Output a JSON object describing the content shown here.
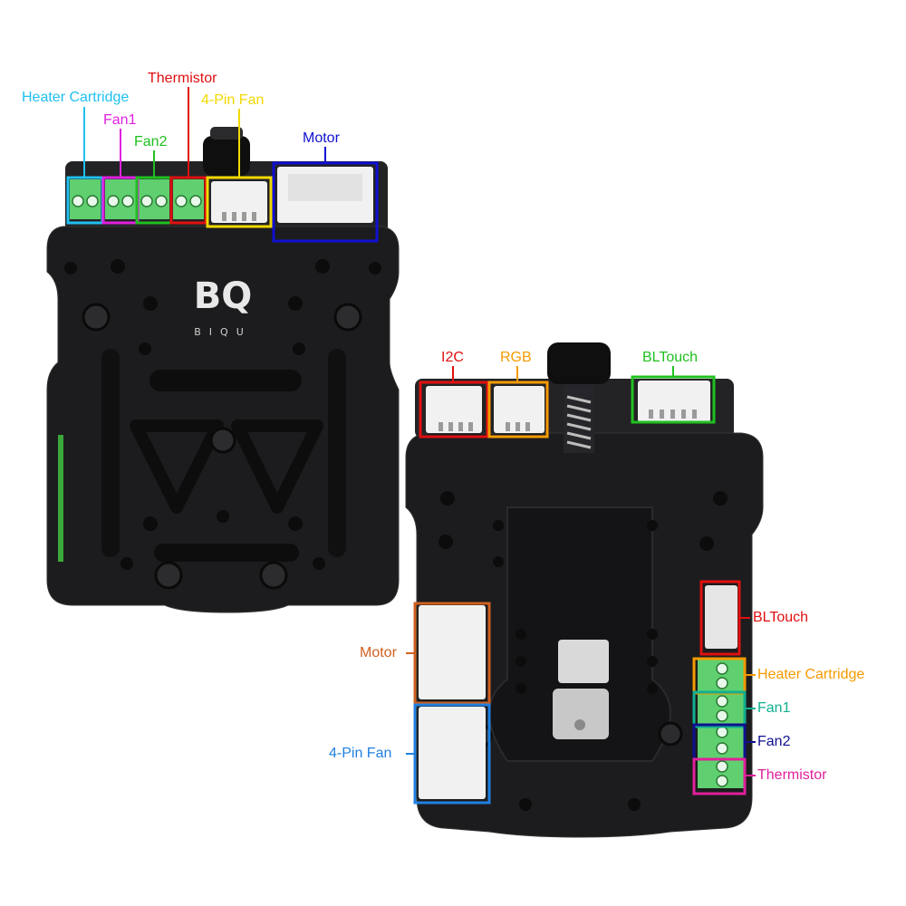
{
  "brand": {
    "logo_text": "BQ",
    "logo_subtext": "BIQU"
  },
  "colors": {
    "cyan": "#20c0f0",
    "magenta": "#e020e0",
    "green": "#20c020",
    "red": "#e01010",
    "yellow": "#f2d800",
    "blue": "#1010d0",
    "orange": "#f59a00",
    "rust": "#d06020",
    "skyblue": "#2080e0",
    "teal": "#10b090",
    "navy": "#101090",
    "pink": "#e0209a",
    "board": "#1c1c1e",
    "terminal": "#5fcf6f"
  },
  "callouts": {
    "front": [
      {
        "id": "heater-cartridge",
        "text": "Heater Cartridge",
        "color": "cyan"
      },
      {
        "id": "fan1",
        "text": "Fan1",
        "color": "magenta"
      },
      {
        "id": "fan2",
        "text": "Fan2",
        "color": "green"
      },
      {
        "id": "thermistor",
        "text": "Thermistor",
        "color": "red"
      },
      {
        "id": "4-pin-fan",
        "text": "4-Pin Fan",
        "color": "yellow"
      },
      {
        "id": "motor",
        "text": "Motor",
        "color": "blue"
      }
    ],
    "back": [
      {
        "id": "i2c",
        "text": "I2C",
        "color": "red"
      },
      {
        "id": "rgb",
        "text": "RGB",
        "color": "orange"
      },
      {
        "id": "bltouch-top",
        "text": "BLTouch",
        "color": "green"
      },
      {
        "id": "bltouch-side",
        "text": "BLTouch",
        "color": "red"
      },
      {
        "id": "heater-cartridge",
        "text": "Heater Cartridge",
        "color": "orange"
      },
      {
        "id": "fan1",
        "text": "Fan1",
        "color": "teal"
      },
      {
        "id": "fan2",
        "text": "Fan2",
        "color": "navy"
      },
      {
        "id": "thermistor",
        "text": "Thermistor",
        "color": "pink"
      },
      {
        "id": "motor",
        "text": "Motor",
        "color": "rust"
      },
      {
        "id": "4-pin-fan",
        "text": "4-Pin Fan",
        "color": "skyblue"
      }
    ]
  }
}
